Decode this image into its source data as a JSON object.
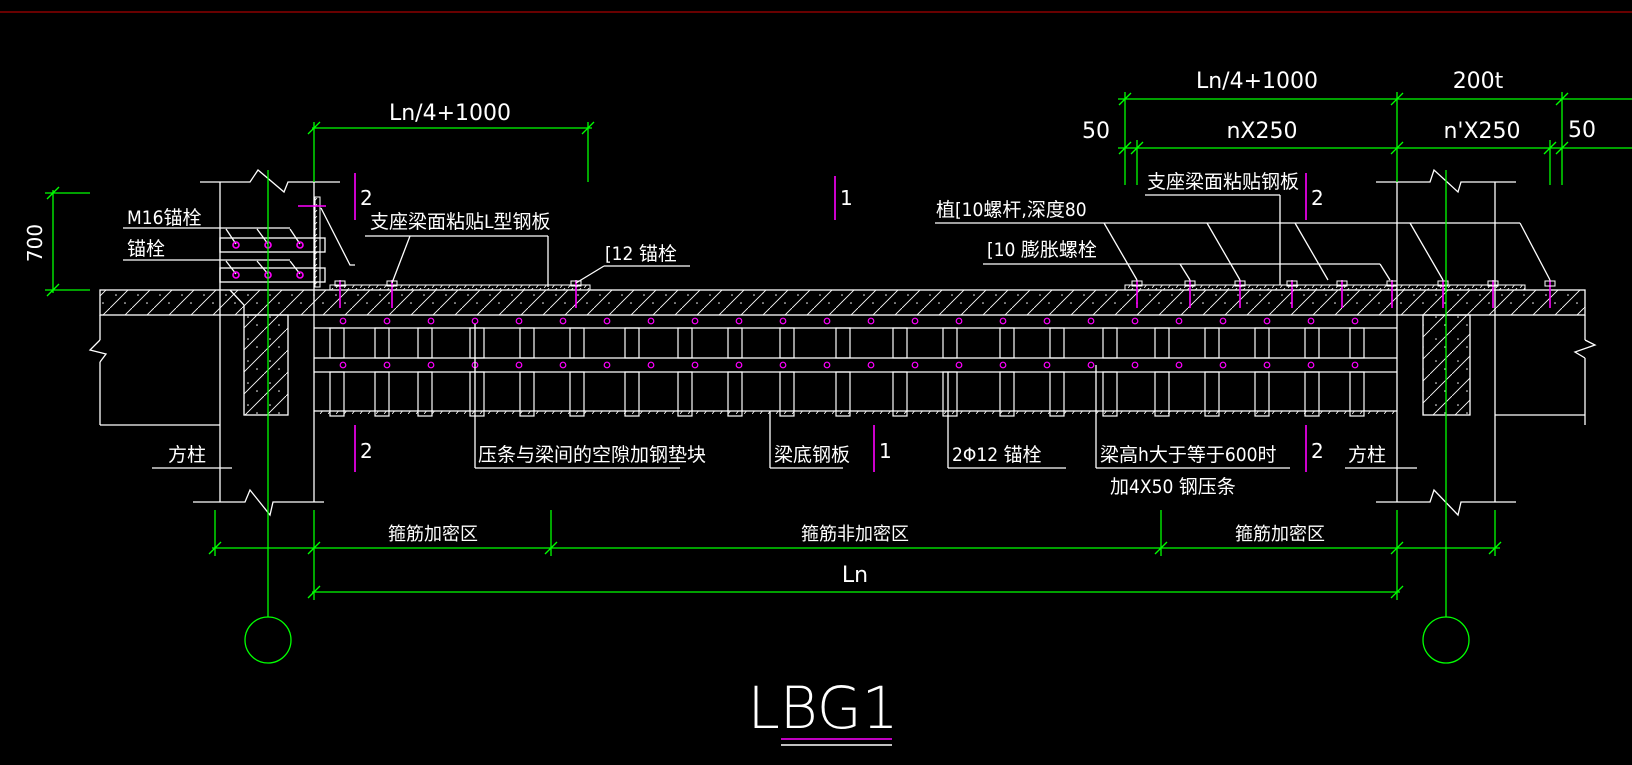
{
  "drawing": {
    "title": "LBG1",
    "colors": {
      "background": "#000000",
      "object": "#ffffff",
      "dimension": "#00ff00",
      "bolt_section": "#ff00ff",
      "border": "#8b0000"
    }
  },
  "dimensions": {
    "left_top": "Ln/4+1000",
    "right_top": "Ln/4+1000",
    "right_top_2": "200t",
    "spacing_n": "nX250",
    "spacing_n_prime": "n'X250",
    "offset_left": "50",
    "offset_right": "50",
    "height_700": "700",
    "span": "Ln",
    "zone_left": "箍筋加密区",
    "zone_middle": "箍筋非加密区",
    "zone_right": "箍筋加密区"
  },
  "labels": {
    "m16_anchor": "M16锚栓",
    "anchor": "锚栓",
    "support_plate_left": "支座梁面粘贴L型钢板",
    "anchor_12": "[12 锚栓",
    "rebar_10": "植[10螺杆,深度80",
    "expansion_10": "[10 膨胀螺栓",
    "support_plate_right": "支座梁面粘贴钢板",
    "column_left": "方柱",
    "column_right": "方柱",
    "gap_shim": "压条与梁间的空隙加钢垫块",
    "bottom_plate": "梁底钢板",
    "anchor_2phi12": "2Φ12 锚栓",
    "beam_height_note_1": "梁高h大于等于600时",
    "beam_height_note_2": "加4X50 钢压条"
  },
  "section_marks": [
    {
      "id": "sec-2-top-left",
      "label": "2"
    },
    {
      "id": "sec-1-top",
      "label": "1"
    },
    {
      "id": "sec-2-top-right",
      "label": "2"
    },
    {
      "id": "sec-2-bottom-left",
      "label": "2"
    },
    {
      "id": "sec-1-bottom",
      "label": "1"
    },
    {
      "id": "sec-2-bottom-right",
      "label": "2"
    }
  ]
}
